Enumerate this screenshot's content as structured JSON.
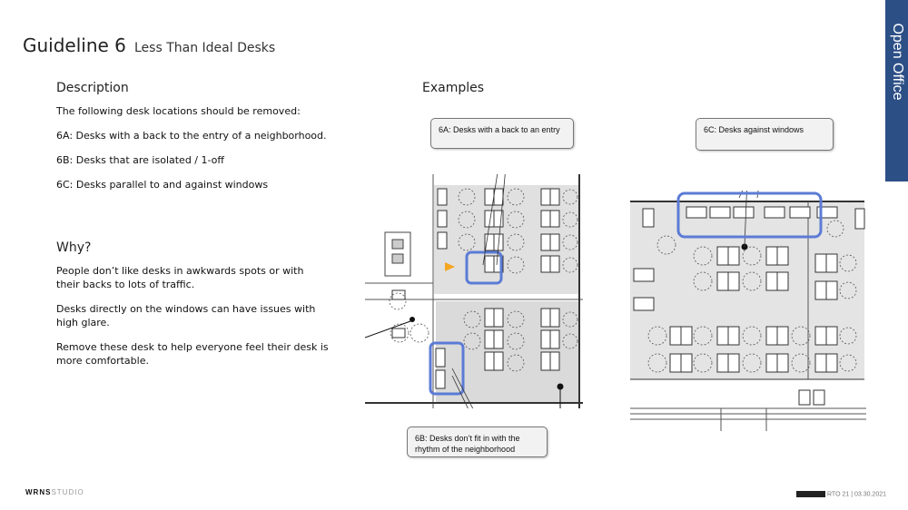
{
  "header": {
    "title_main": "Guideline 6",
    "title_sub": "Less Than Ideal Desks"
  },
  "side_tab": {
    "label": "Open Office"
  },
  "description": {
    "heading": "Description",
    "lines": [
      "The following desk locations should be removed:",
      "6A: Desks with a back to the entry of a neighborhood.",
      "6B: Desks that are isolated / 1-off",
      "6C: Desks parallel to and against windows"
    ]
  },
  "why": {
    "heading": "Why?",
    "paragraphs": [
      "People don’t like desks in awkwards spots or with their backs to lots of traffic.",
      "Desks directly on the windows can have issues with high glare.",
      "Remove these desk to help everyone feel their desk is more comfortable."
    ]
  },
  "examples": {
    "heading": "Examples",
    "callout_6a": "6A: Desks with a back to an entry",
    "callout_6b": "6B: Desks don’t fit in with the rhythm of the neighborhood",
    "callout_6c": "6C: Desks against windows"
  },
  "footer": {
    "logo_bold": "WRNS",
    "logo_light": "STUDIO",
    "text": "RTO 21 | 03.30.2021"
  },
  "colors": {
    "tab": "#2c4f86",
    "highlight": "#5b7bd5",
    "arrow": "#f5a623"
  }
}
